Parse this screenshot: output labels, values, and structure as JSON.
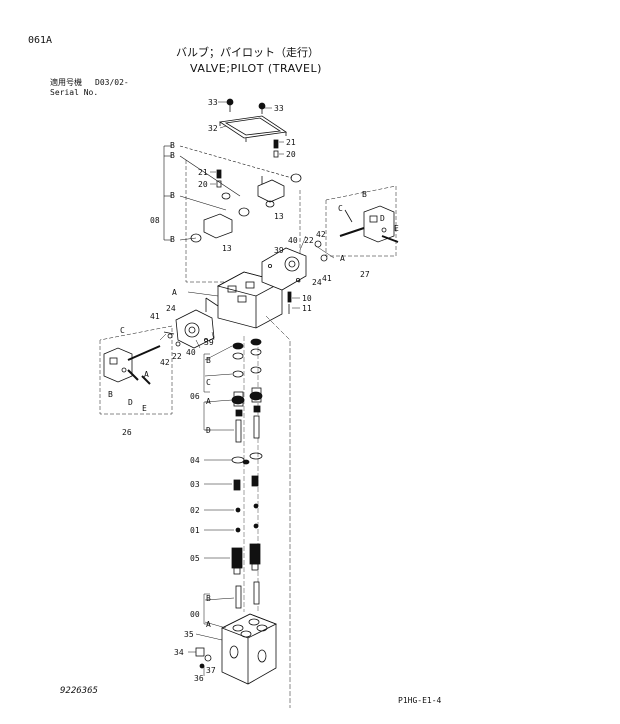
{
  "header": {
    "page_code": "061A",
    "title_jp": "バルブ；パイロット（走行）",
    "title_en": "VALVE;PILOT (TRAVEL)",
    "applicable_label": "適用号機",
    "applicable_value": "D03/02-",
    "serial_label": "Serial No."
  },
  "footer": {
    "drawing_number": "9226365",
    "ref_code": "P1HG-E1-4"
  },
  "callouts": {
    "c33a": "33",
    "c33b": "33",
    "c32": "32",
    "c21a": "21",
    "c20a": "20",
    "c21b": "21",
    "c20b": "20",
    "c13a": "13",
    "c13b": "13",
    "c08": "08",
    "cB1": "B",
    "cB2": "B",
    "cB3": "B",
    "cB4": "B",
    "cA1": "A",
    "c40a": "40",
    "c42a": "42",
    "c39a": "39",
    "c22a": "22",
    "c24a": "24",
    "c41a": "41",
    "c27": "27",
    "cC1": "C",
    "cB5": "B",
    "cD1": "D",
    "cE1": "E",
    "cA2": "A",
    "c10": "10",
    "c11": "11",
    "c41b": "41",
    "c24b": "24",
    "c22b": "22",
    "c40b": "40",
    "c42b": "42",
    "c39b": "39",
    "c26": "26",
    "cC2": "C",
    "cA3": "A",
    "cB6": "B",
    "cD2": "D",
    "cE2": "E",
    "c06": "06",
    "cB7": "B",
    "cC3": "C",
    "cA4": "A",
    "cD3": "D",
    "c04": "04",
    "c03": "03",
    "c02": "02",
    "c01": "01",
    "c05": "05",
    "c00": "00",
    "cB8": "B",
    "cA5": "A",
    "c35": "35",
    "c34": "34",
    "c36": "36",
    "c37": "37"
  }
}
